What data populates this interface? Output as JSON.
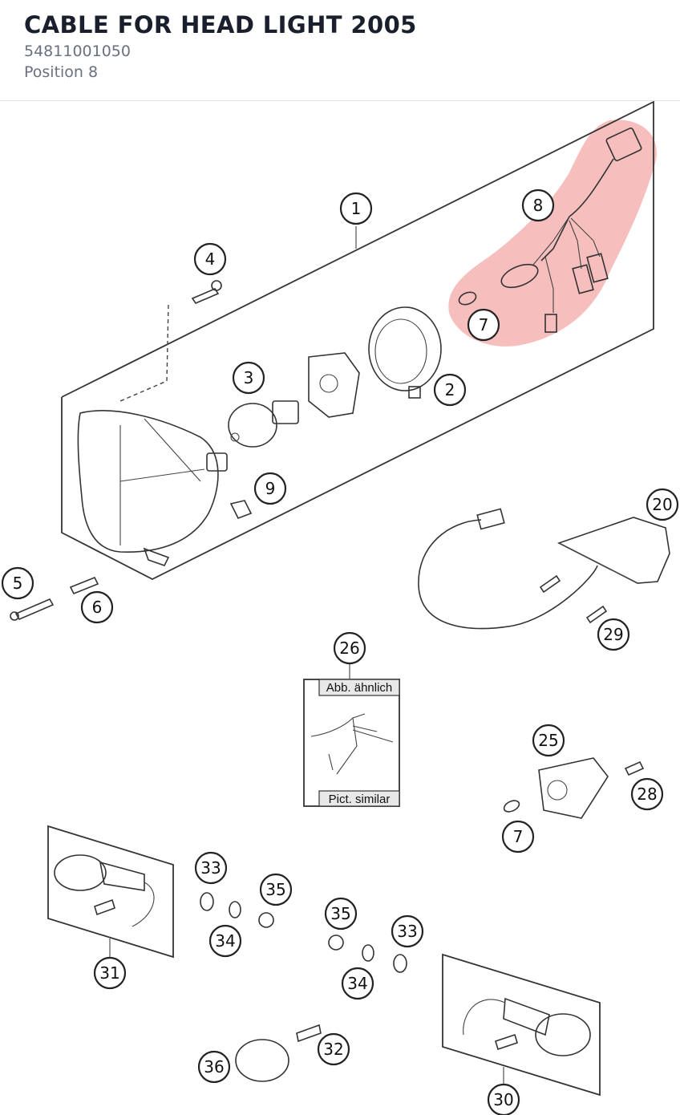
{
  "header": {
    "title": "CABLE FOR HEAD LIGHT 2005",
    "part_number": "54811001050",
    "position": "Position 8"
  },
  "highlight": {
    "color": "#f4a8a8",
    "position_ref": "8"
  },
  "callouts": [
    "1",
    "2",
    "3",
    "4",
    "5",
    "6",
    "7",
    "8",
    "9",
    "20",
    "25",
    "26",
    "28",
    "29",
    "7",
    "30",
    "31",
    "32",
    "33",
    "33",
    "34",
    "34",
    "35",
    "35",
    "36"
  ],
  "inset": {
    "top_label": "Abb. ähnlich",
    "bottom_label": "Pict. similar"
  }
}
